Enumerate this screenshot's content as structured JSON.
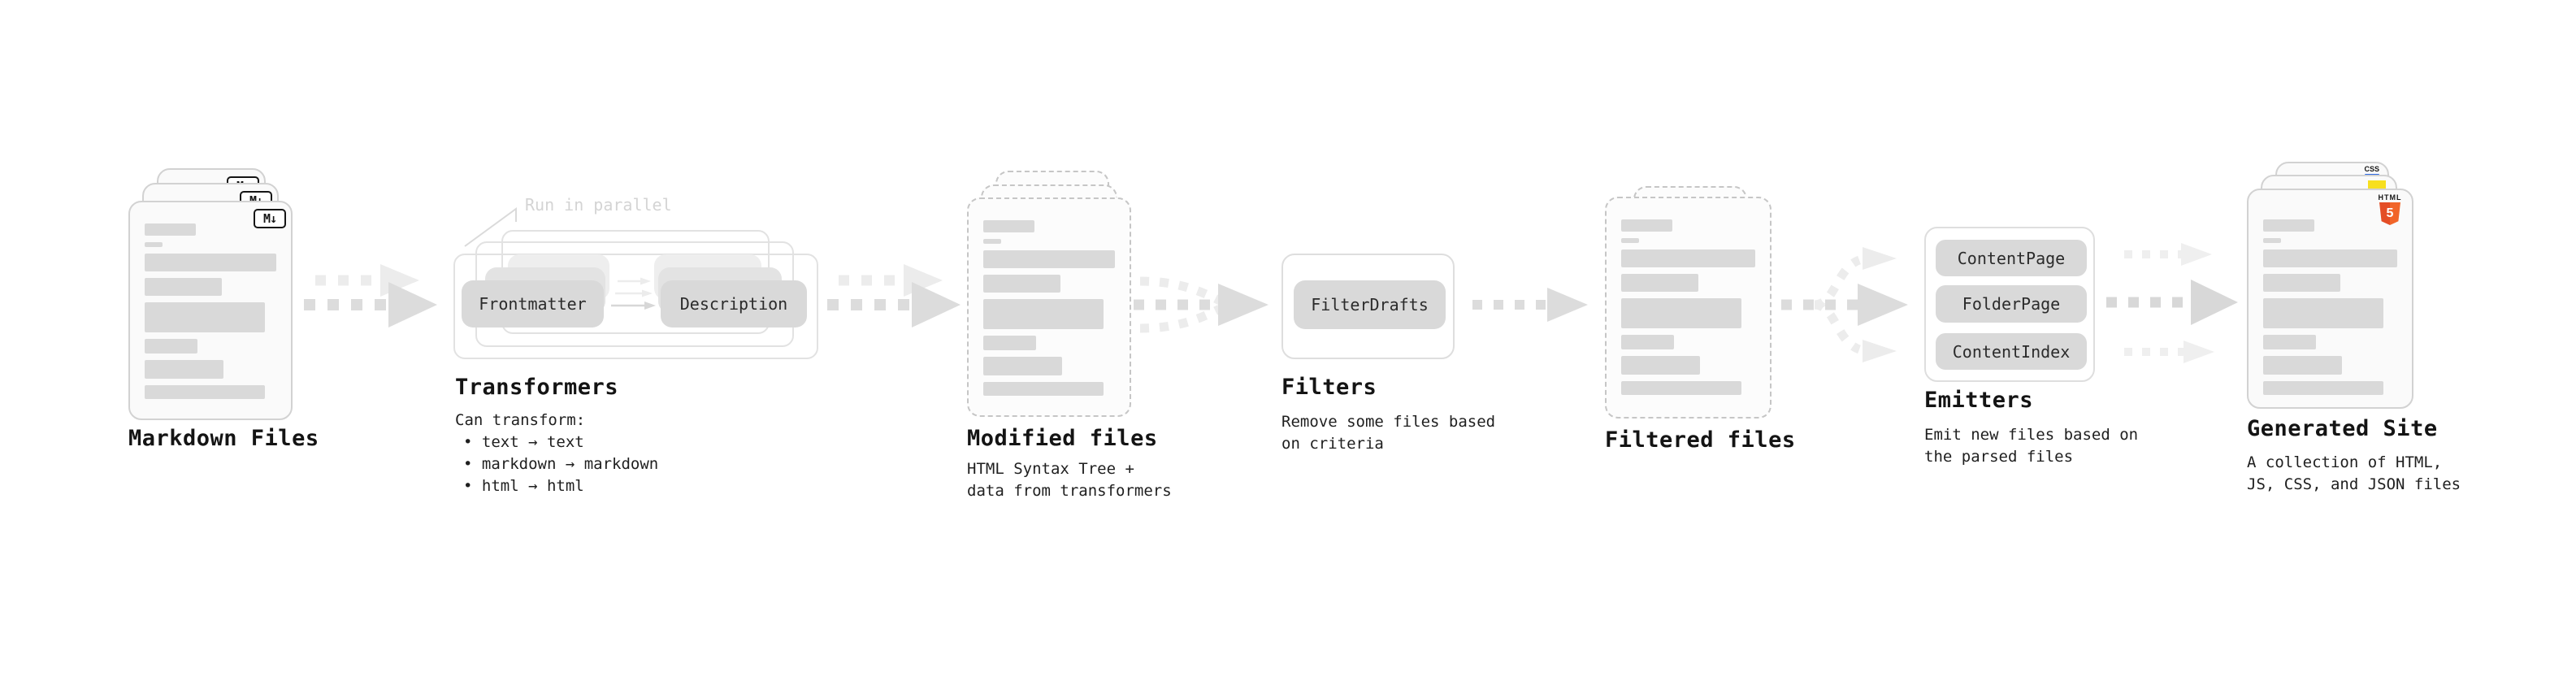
{
  "colors": {
    "page_fill": "#fafafa",
    "page_border": "#d2d2d2",
    "dashed_border": "#c6c6c6",
    "bar": "#d9d9d9",
    "chip_fill": "#d9d9d9",
    "chip_ghost1": "#e3e3e3",
    "chip_ghost2": "#eeeeee",
    "chip_text": "#2b2b2b",
    "container_border": "#e2e2e2",
    "panel_border": "#dedede",
    "arrow": "#dcdcdc",
    "arrow_light": "#ececec",
    "title_text": "#141414",
    "caption_text": "#1f1f1f",
    "parallel_label": "#d4d4d4",
    "html5_orange": "#e44d26",
    "html5_orange_light": "#f16529",
    "js_yellow": "#f7df1e",
    "css_blue": "#2d6ae3"
  },
  "stages": {
    "markdown": {
      "title": "Markdown Files",
      "badge": "M↓"
    },
    "transformers": {
      "parallel_label": "Run in parallel",
      "chip_left": "Frontmatter",
      "chip_right": "Description",
      "title": "Transformers",
      "caption_heading": "Can transform:",
      "bullets": [
        "• text → text",
        "• markdown → markdown",
        "• html → html"
      ]
    },
    "modified": {
      "title": "Modified files",
      "caption": "HTML Syntax Tree +\ndata from transformers"
    },
    "filters": {
      "chip": "FilterDrafts",
      "title": "Filters",
      "caption": "Remove some files based\non criteria"
    },
    "filtered": {
      "title": "Filtered files"
    },
    "emitters": {
      "chips": [
        "ContentPage",
        "FolderPage",
        "ContentIndex"
      ],
      "title": "Emitters",
      "caption": "Emit new files based on\nthe parsed files"
    },
    "generated": {
      "title": "Generated Site",
      "caption": "A collection of HTML,\nJS, CSS, and JSON files",
      "badge_html_label": "HTML",
      "badge_html_number": "5",
      "badge_css_label": "CSS"
    }
  }
}
